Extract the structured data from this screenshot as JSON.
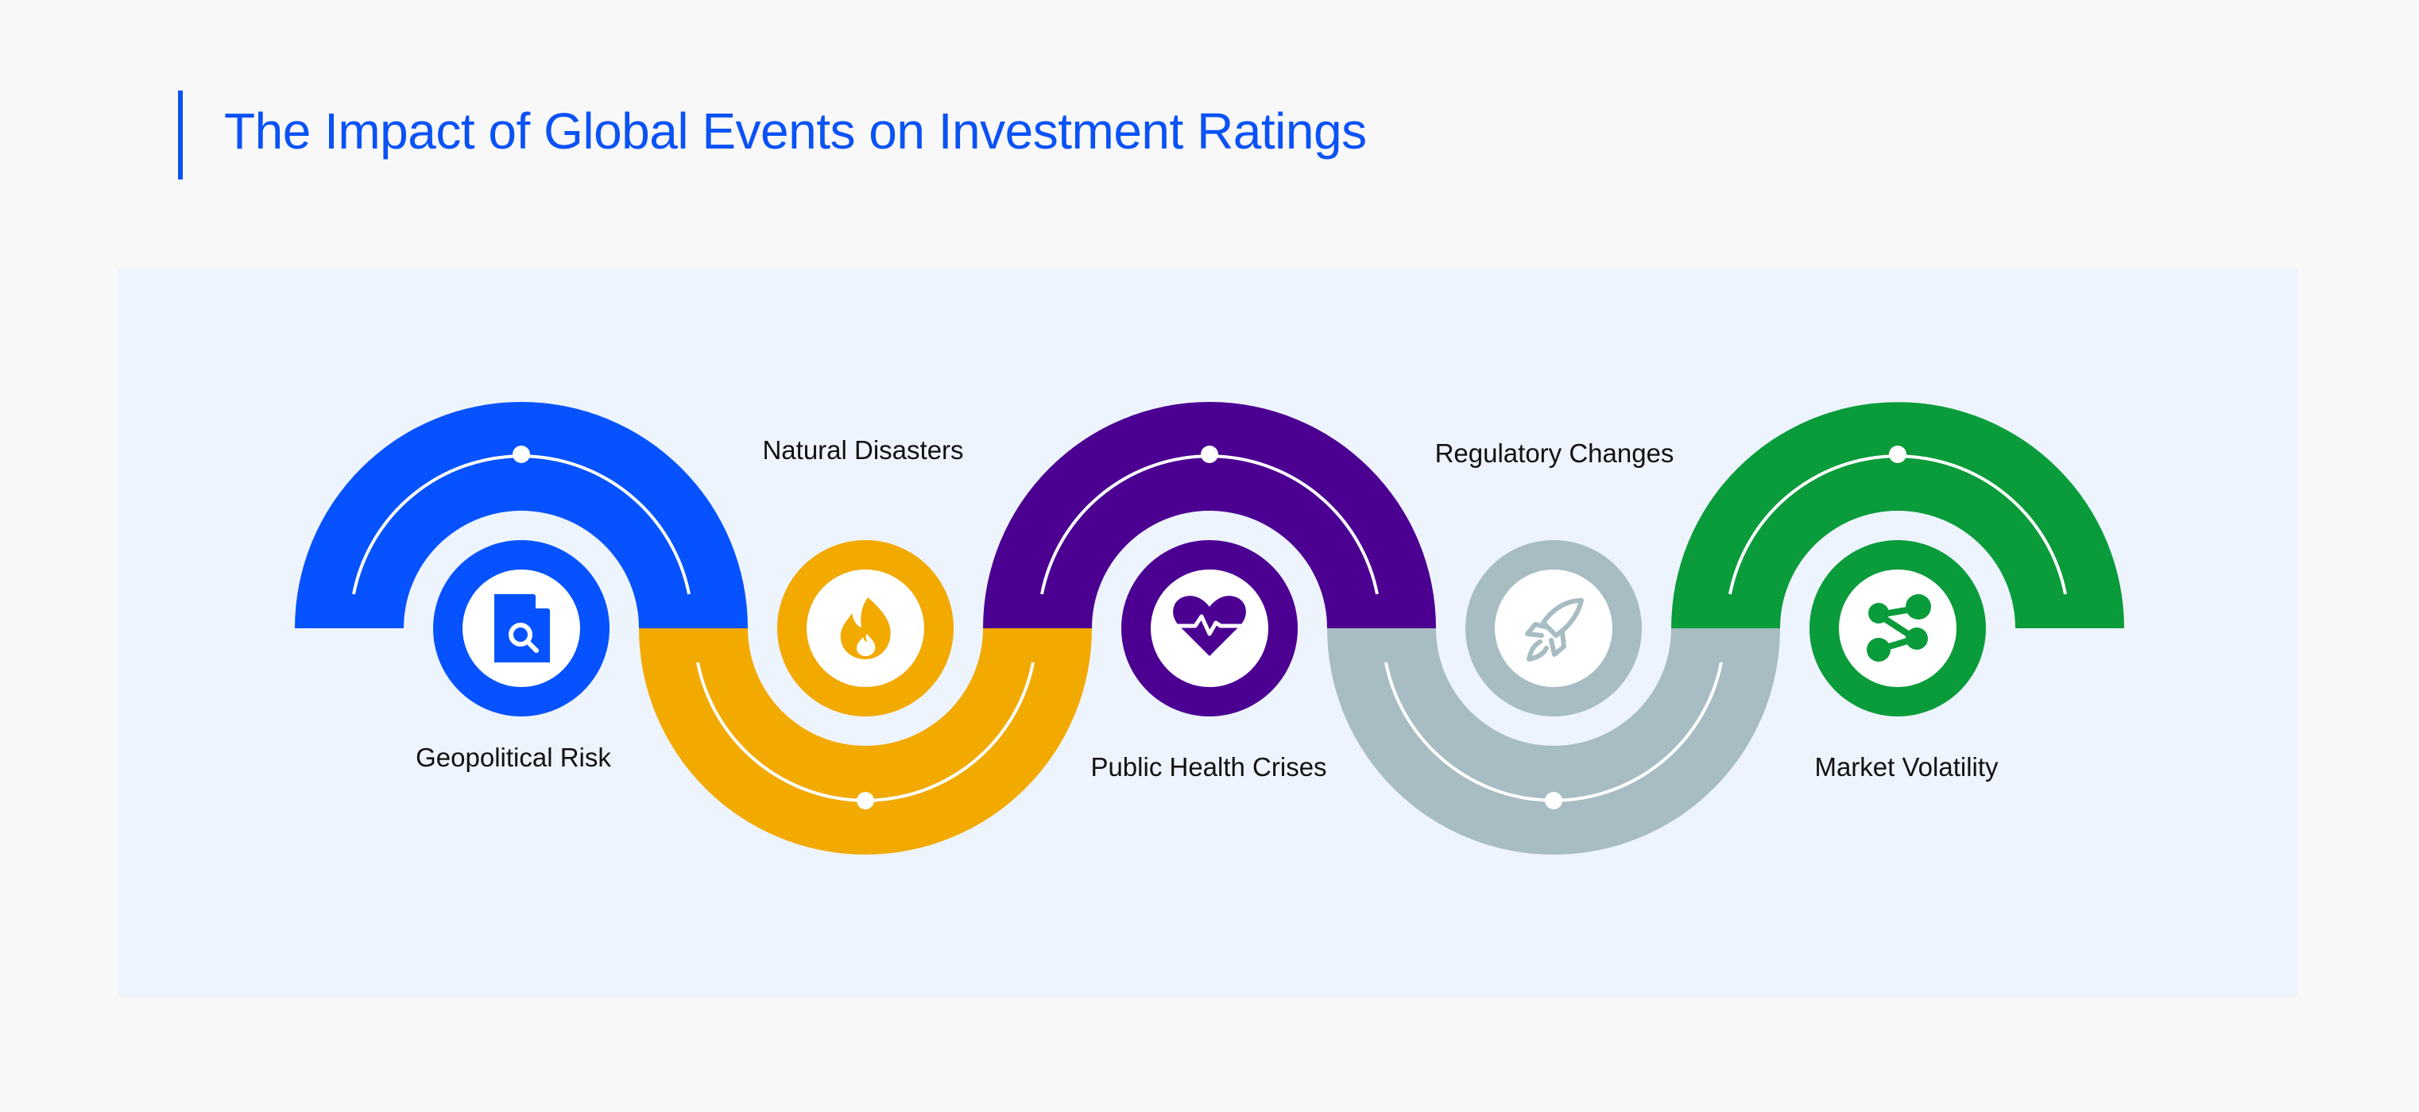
{
  "title": "The Impact of Global Events on Investment Ratings",
  "colors": {
    "background": "#f8f8f8",
    "panel": "#eef4fd",
    "accent": "#0a52f5"
  },
  "steps": [
    {
      "label": "Geopolitical Risk",
      "icon": "document-search-icon",
      "color": "#0552fe"
    },
    {
      "label": "Natural Disasters",
      "icon": "flame-icon",
      "color": "#f2a900"
    },
    {
      "label": "Public Health Crises",
      "icon": "heartbeat-icon",
      "color": "#4b0092"
    },
    {
      "label": "Regulatory Changes",
      "icon": "rocket-icon",
      "color": "#a7bcc3"
    },
    {
      "label": "Market Volatility",
      "icon": "share-nodes-icon",
      "color": "#0a9b3a"
    }
  ]
}
